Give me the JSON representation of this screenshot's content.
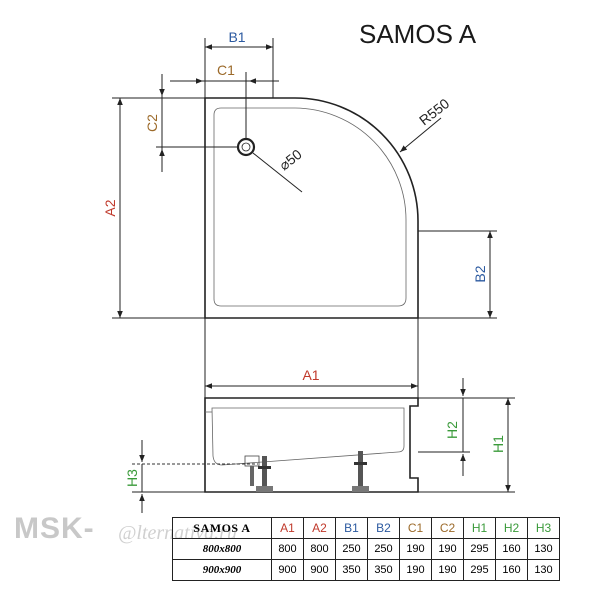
{
  "title": "SAMOS A",
  "labels": {
    "b1": "B1",
    "c1": "C1",
    "c2": "C2",
    "a2": "A2",
    "r": "R550",
    "d": "⌀50",
    "b2": "B2",
    "a1": "A1",
    "h1": "H1",
    "h2": "H2",
    "h3": "H3"
  },
  "colors": {
    "a": "#c0392b",
    "b": "#2c5aa0",
    "c": "#9c6a2a",
    "h": "#3a9a3a",
    "ink": "#222222"
  },
  "watermark": {
    "brand": "MSK-",
    "script": "@lternativa.ru"
  },
  "table": {
    "model": "SAMOS A",
    "columns": [
      "A1",
      "A2",
      "B1",
      "B2",
      "C1",
      "C2",
      "H1",
      "H2",
      "H3"
    ],
    "column_colors": [
      "#c0392b",
      "#c0392b",
      "#2c5aa0",
      "#2c5aa0",
      "#9c6a2a",
      "#9c6a2a",
      "#3a9a3a",
      "#3a9a3a",
      "#3a9a3a"
    ],
    "rows": [
      {
        "size": "800x800",
        "values": [
          "800",
          "800",
          "250",
          "250",
          "190",
          "190",
          "295",
          "160",
          "130"
        ]
      },
      {
        "size": "900x900",
        "values": [
          "900",
          "900",
          "350",
          "350",
          "190",
          "190",
          "295",
          "160",
          "130"
        ]
      }
    ]
  }
}
